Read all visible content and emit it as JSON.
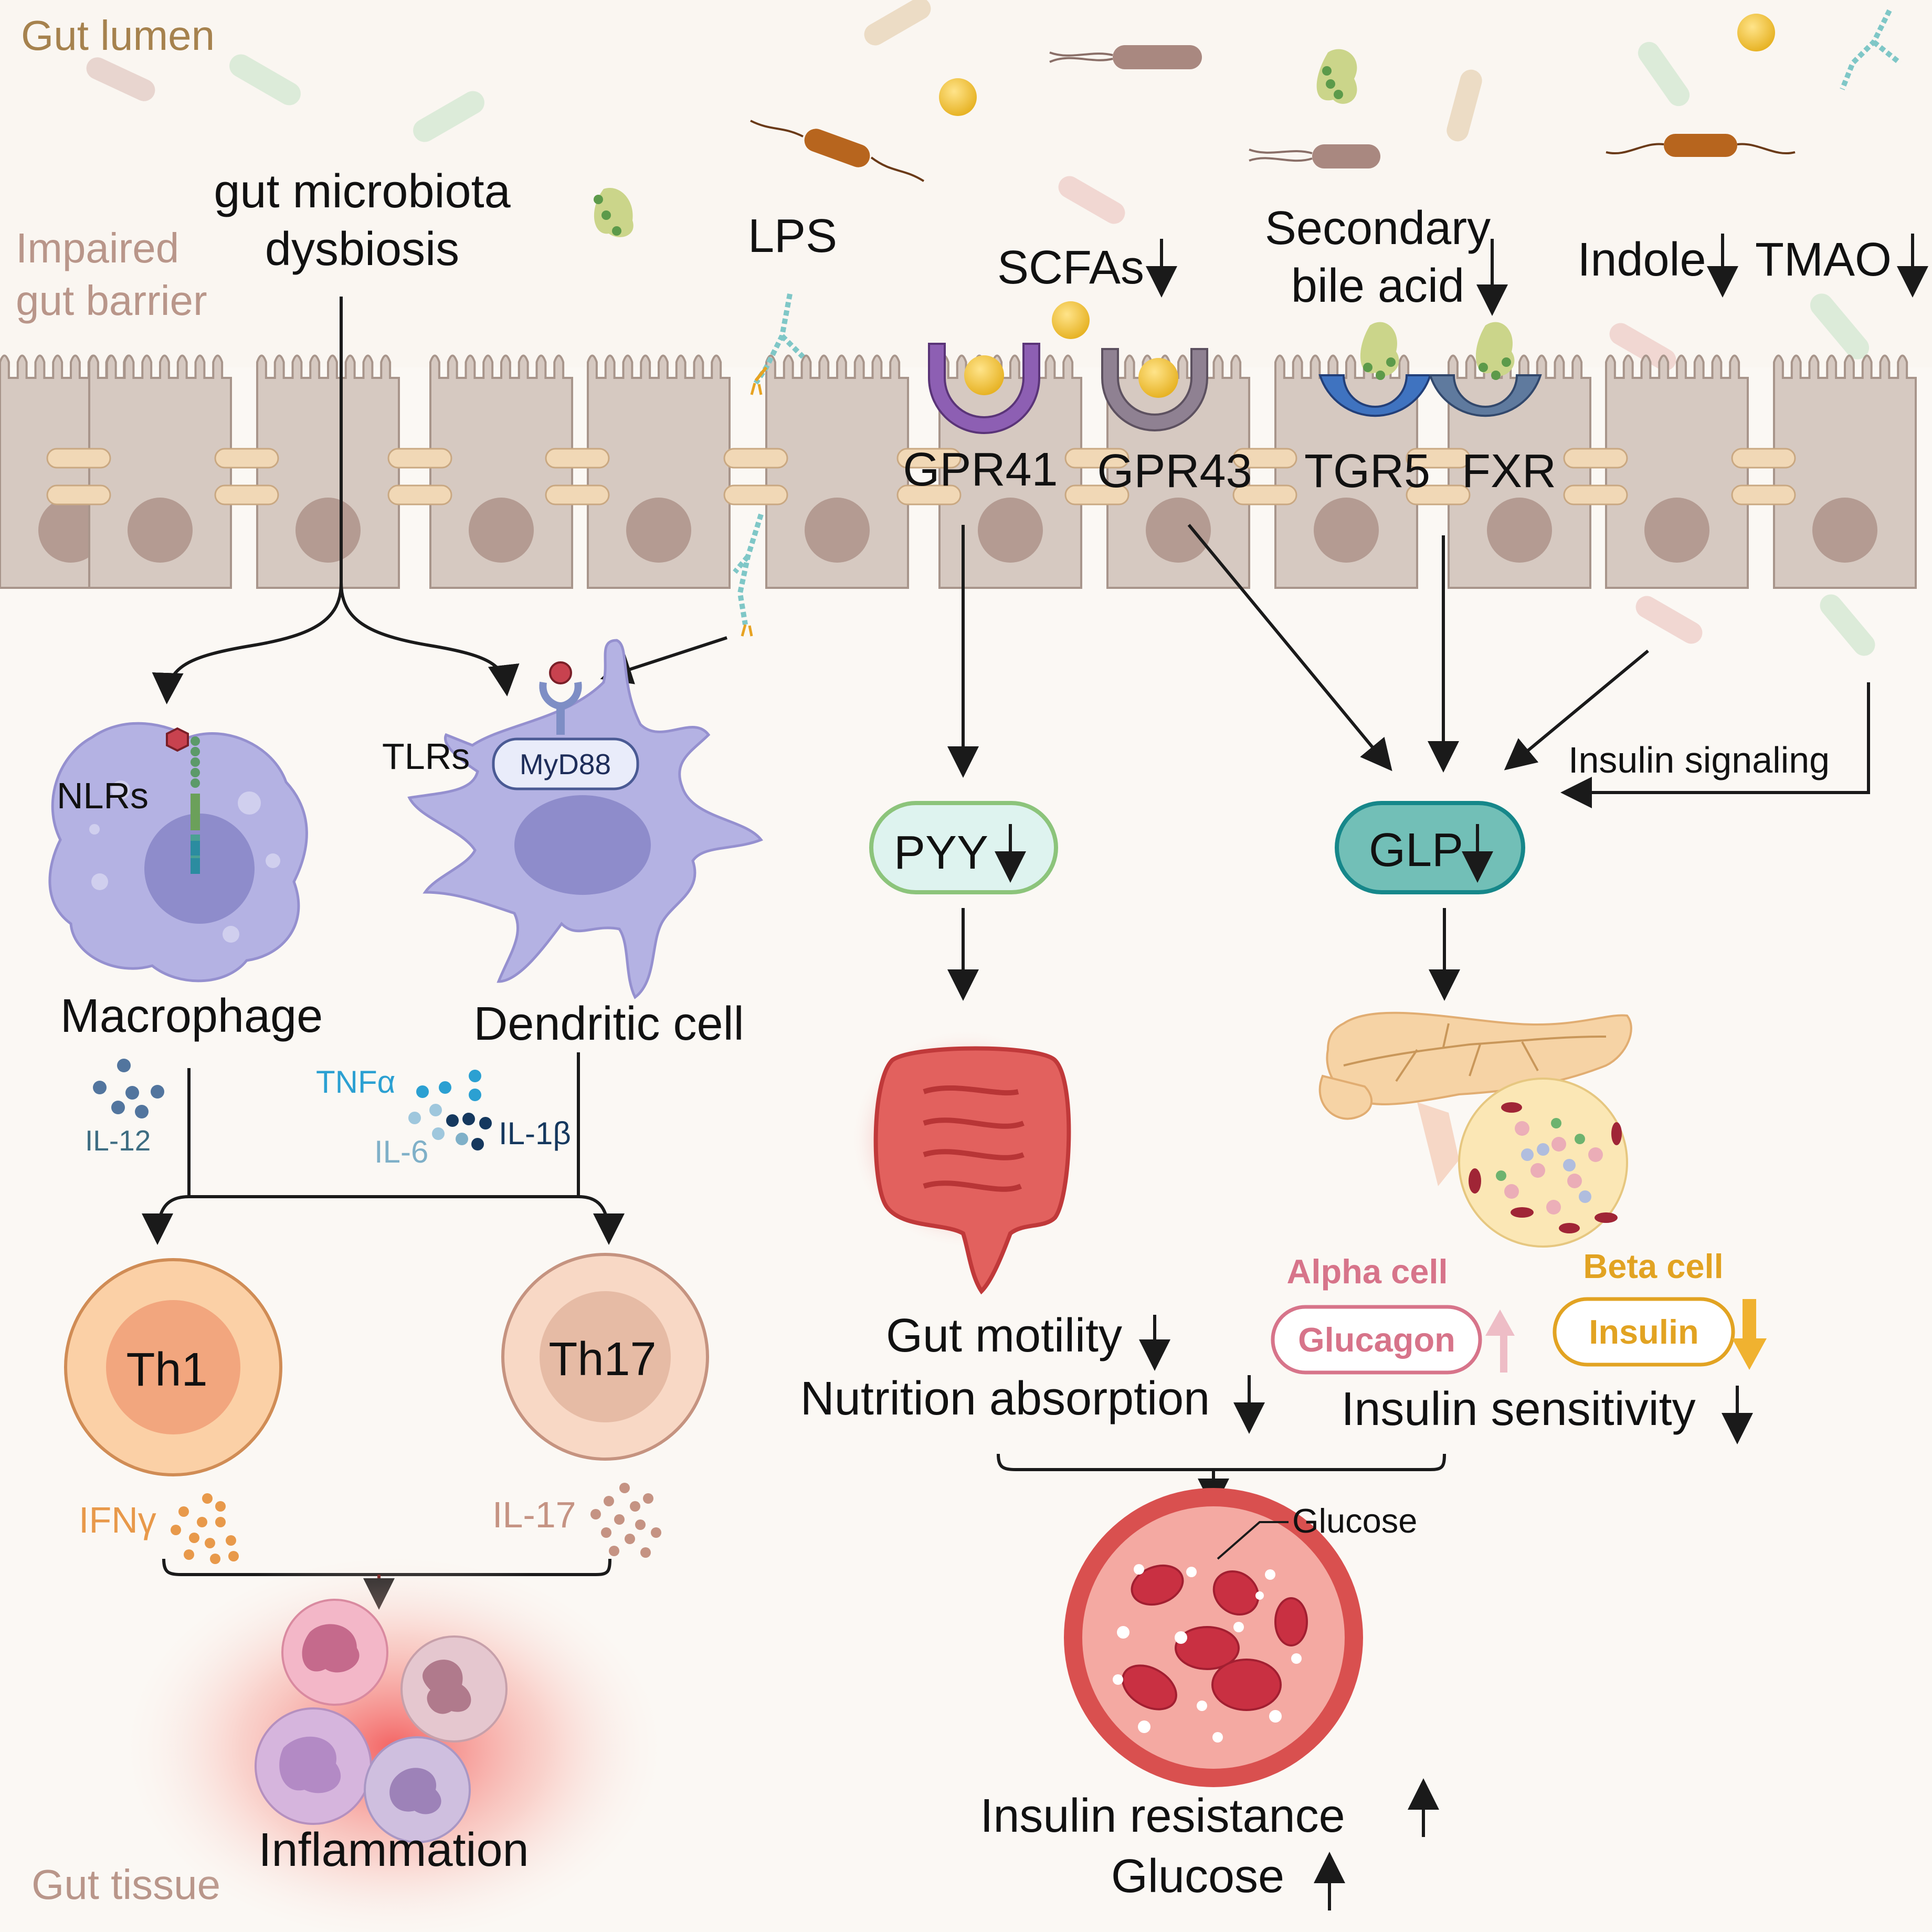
{
  "regions": {
    "lumen": "Gut lumen",
    "barrier": "Impaired\ngut barrier",
    "tissue": "Gut tissue"
  },
  "origin": "gut microbiota\ndysbiosis",
  "metabolites": {
    "lps": "LPS",
    "scfas": "SCFAs",
    "secondary_bile_acid": "Secondary\nbile acid",
    "indole": "Indole",
    "tmao": "TMAO"
  },
  "receptors": {
    "gpr41": "GPR41",
    "gpr43": "GPR43",
    "tgr5": "TGR5",
    "fxr": "FXR"
  },
  "immune": {
    "nlrs": "NLRs",
    "tlrs": "TLRs",
    "myd88": "MyD88",
    "macrophage": "Macrophage",
    "dendritic": "Dendritic cell",
    "il12": "IL-12",
    "tnfa": "TNFα",
    "il6": "IL-6",
    "il1b": "IL-1β",
    "th1": "Th1",
    "th17": "Th17",
    "ifng": "IFNγ",
    "il17": "IL-17",
    "inflammation": "Inflammation"
  },
  "hormones": {
    "pyy": "PYY",
    "glp": "GLP",
    "insulin_signaling": "Insulin signaling"
  },
  "outcomes": {
    "gut_motility": "Gut motility",
    "nutrition_absorption": "Nutrition absorption",
    "alpha_cell": "Alpha cell",
    "beta_cell": "Beta cell",
    "glucagon": "Glucagon",
    "insulin": "Insulin",
    "insulin_sensitivity": "Insulin sensitivity",
    "glucose_label": "Glucose",
    "insulin_resistance": "Insulin resistance",
    "glucose": "Glucose"
  },
  "colors": {
    "lumen_label": "#a6824e",
    "barrier_label": "#b9968a",
    "tissue_label": "#b9968a",
    "epithelium": "#d6c9c1",
    "nucleus": "#b49b92",
    "immune_cell": "#b4b2e3",
    "pyy_fill": "#def3ef",
    "pyy_stroke": "#8cc47b",
    "glp_fill": "#72bfb7",
    "glp_stroke": "#16878a",
    "glucagon_text": "#d7748a",
    "insulin_text": "#e2a322",
    "il12_text": "#3e6d82",
    "tnfa_text": "#2ba0d2",
    "il6_text": "#7fb0c8",
    "il1b_text": "#15385e",
    "ifng_text": "#e8994a",
    "il17_text": "#c59383"
  }
}
